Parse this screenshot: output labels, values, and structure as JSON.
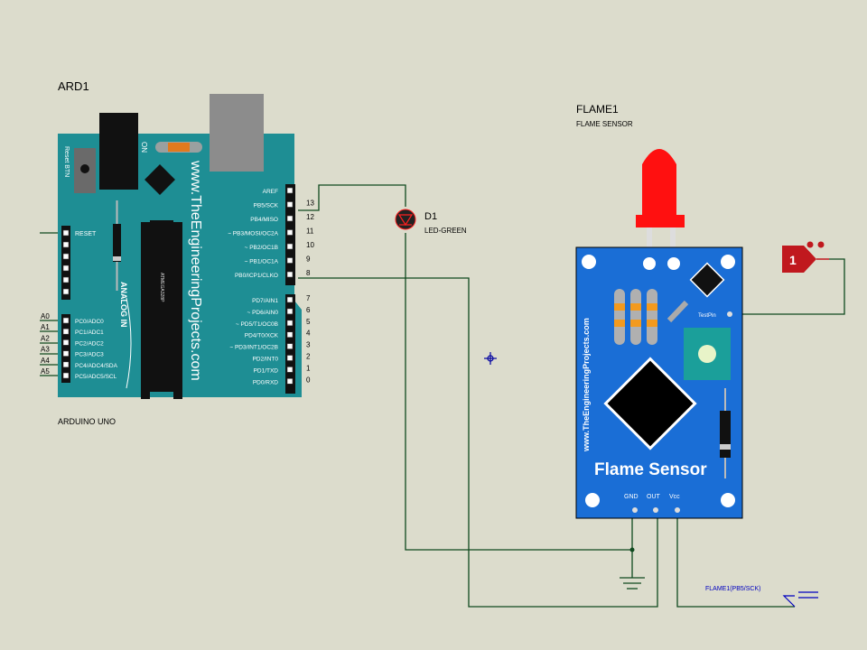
{
  "arduino": {
    "ref": "ARD1",
    "name": "ARDUINO UNO",
    "reset_btn": "Reset BTN",
    "on_label": "ON",
    "reset_pin": "RESET",
    "analog_label": "ANALOG IN",
    "watermark": "www.TheEngineeringProjects.com",
    "chip_text": "ATMEGA328P",
    "analog_pins": [
      "A0",
      "A1",
      "A2",
      "A3",
      "A4",
      "A5"
    ],
    "analog_pin_names": [
      "PC0/ADC0",
      "PC1/ADC1",
      "PC2/ADC2",
      "PC3/ADC3",
      "PC4/ADC4/SDA",
      "PC5/ADC5/SCL"
    ],
    "digital_top": {
      "names": [
        "AREF",
        "PB5/SCK",
        "PB4/MISO",
        "~ PB3/MOSI/OC2A",
        "~ PB2/OC1B",
        "~ PB1/OC1A",
        "PB0/ICP1/CLKO"
      ],
      "numbers": [
        "",
        "13",
        "12",
        "11",
        "10",
        "9",
        "8"
      ]
    },
    "digital_bottom": {
      "names": [
        "PD7/AIN1",
        "~ PD6/AIN0",
        "~ PD5/T1/OC0B",
        "PD4/T0/XCK",
        "~ PD3/INT1/OC2B",
        "PD2/INT0",
        "PD1/TXD",
        "PD0/RXD"
      ],
      "numbers": [
        "7",
        "6",
        "5",
        "4",
        "3",
        "2",
        "1",
        "0"
      ]
    }
  },
  "led": {
    "ref": "D1",
    "type": "LED-GREEN"
  },
  "sensor": {
    "ref": "FLAME1",
    "type": "FLAME SENSOR",
    "title": "Flame Sensor",
    "watermark": "www.TheEngineeringProjects.com",
    "test_pin": "TestPin",
    "pins": [
      "GND",
      "OUT",
      "Vcc"
    ]
  },
  "logic_probe": {
    "value": "1"
  },
  "terminal": {
    "label": "FLAME1(PB5/SCK)"
  },
  "colors": {
    "background": "#dcdccc",
    "board": "#1e8e94",
    "sensor_board": "#1a6ed6",
    "wire": "#0f4a1e",
    "led": "#ff1010"
  }
}
